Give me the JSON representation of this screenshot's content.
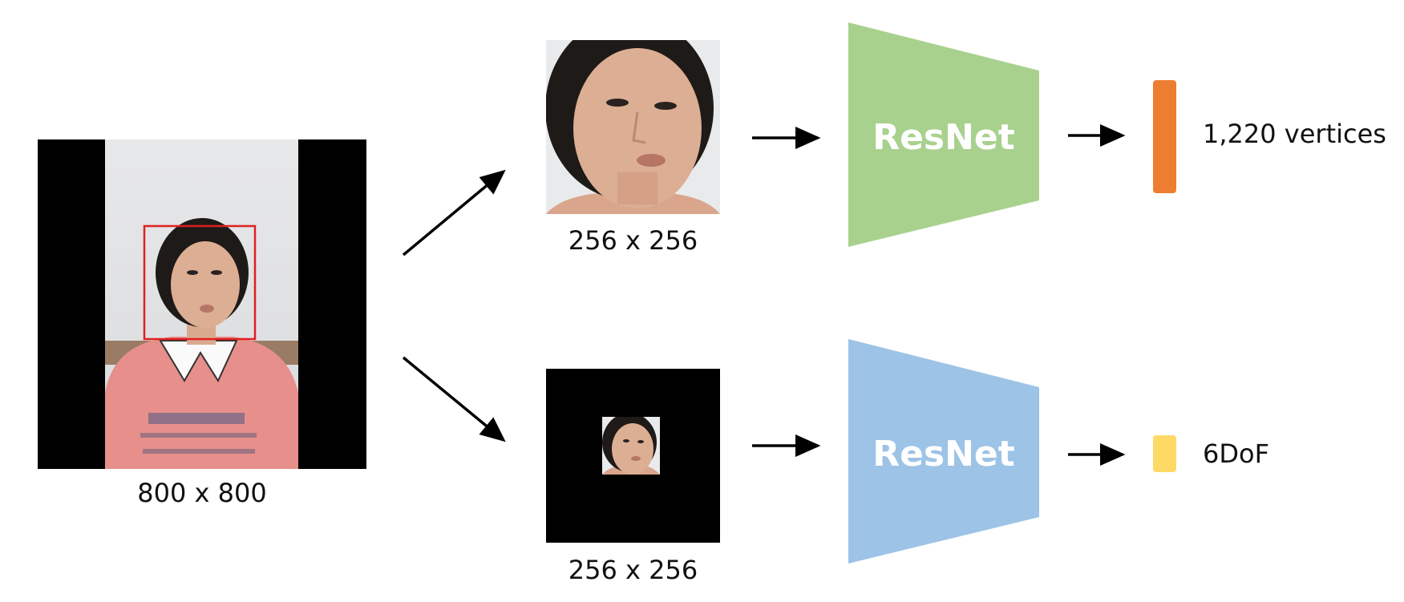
{
  "input": {
    "size_label": "800 x 800"
  },
  "crops": {
    "face_crop": {
      "size_label": "256 x 256"
    },
    "padded_crop": {
      "size_label": "256 x 256"
    }
  },
  "networks": {
    "top": {
      "label": "ResNet",
      "color": "#a9d18e"
    },
    "bottom": {
      "label": "ResNet",
      "color": "#9dc3e6"
    }
  },
  "outputs": {
    "vertices": {
      "label": "1,220 vertices",
      "color": "#ed7d31"
    },
    "pose": {
      "label": "6DoF",
      "color": "#ffd966"
    }
  },
  "colors": {
    "bbox": "#e02020",
    "arrow": "#000000",
    "background": "#000000"
  }
}
